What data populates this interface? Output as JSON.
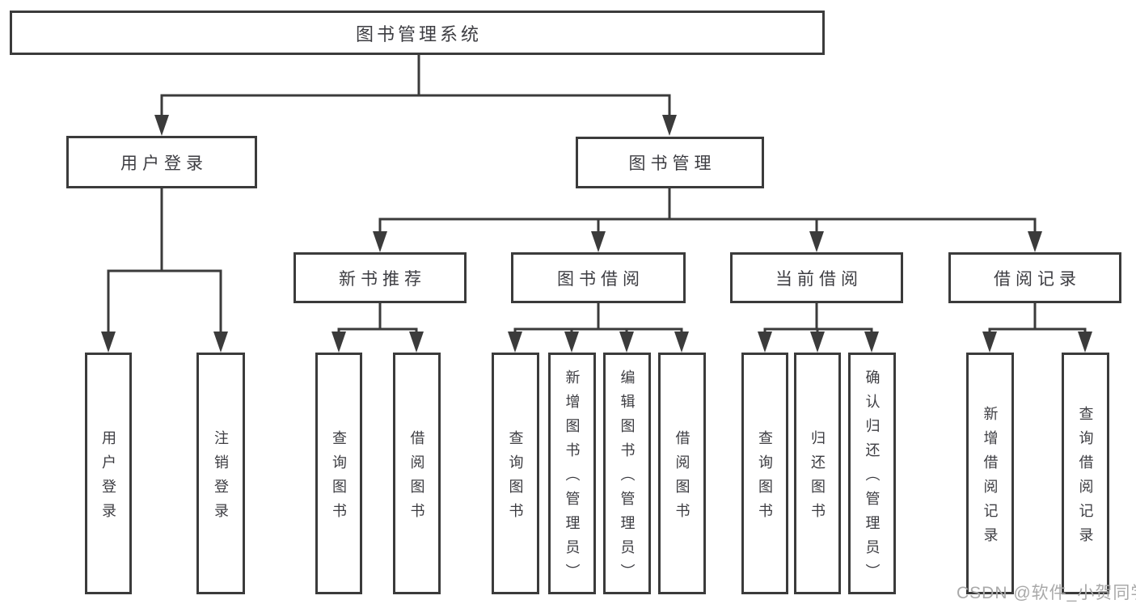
{
  "colors": {
    "line": "#3b3b3b",
    "text": "#3d3d42",
    "background": "#ffffff",
    "watermark": "#a9a9a9"
  },
  "watermark": {
    "text": "CSDN @软件_小贺同学"
  },
  "tree": {
    "root": {
      "label": "图书管理系统"
    },
    "branches": [
      {
        "label": "用户登录",
        "children": [
          {
            "label": "用户登录"
          },
          {
            "label": "注销登录"
          }
        ]
      },
      {
        "label": "图书管理",
        "children": [
          {
            "label": "新书推荐",
            "children": [
              {
                "label": "查询图书"
              },
              {
                "label": "借阅图书"
              }
            ]
          },
          {
            "label": "图书借阅",
            "children": [
              {
                "label": "查询图书"
              },
              {
                "label": "新增图书（管理员）"
              },
              {
                "label": "编辑图书（管理员）"
              },
              {
                "label": "借阅图书"
              }
            ]
          },
          {
            "label": "当前借阅",
            "children": [
              {
                "label": "查询图书"
              },
              {
                "label": "归还图书"
              },
              {
                "label": "确认归还（管理员）"
              }
            ]
          },
          {
            "label": "借阅记录",
            "children": [
              {
                "label": "新增借阅记录"
              },
              {
                "label": "查询借阅记录"
              }
            ]
          }
        ]
      }
    ]
  }
}
